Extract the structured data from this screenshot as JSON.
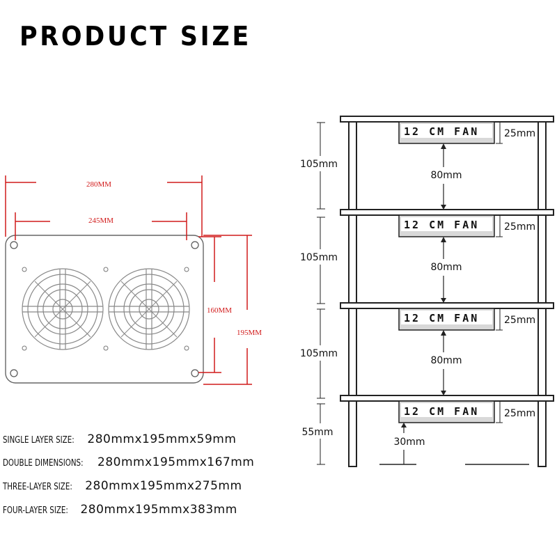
{
  "title": "PRODUCT SIZE",
  "top_view": {
    "width_outer": "280MM",
    "width_inner": "245MM",
    "height_inner": "160MM",
    "height_outer": "195MM"
  },
  "side_view": {
    "fan_label": "12 CM FAN",
    "fan_height": "25mm",
    "layer_gap": "105mm",
    "fan_gap": "80mm",
    "bottom_gap": "55mm",
    "bottom_fan_gap": "30mm"
  },
  "specs": [
    {
      "label": "SINGLE LAYER SIZE:",
      "value": "280mmx195mmx59mm"
    },
    {
      "label": "DOUBLE DIMENSIONS:",
      "value": "280mmx195mmx167mm"
    },
    {
      "label": "THREE-LAYER SIZE:",
      "value": "280mmx195mmx275mm"
    },
    {
      "label": "FOUR-LAYER SIZE:",
      "value": "280mmx195mmx383mm"
    }
  ]
}
